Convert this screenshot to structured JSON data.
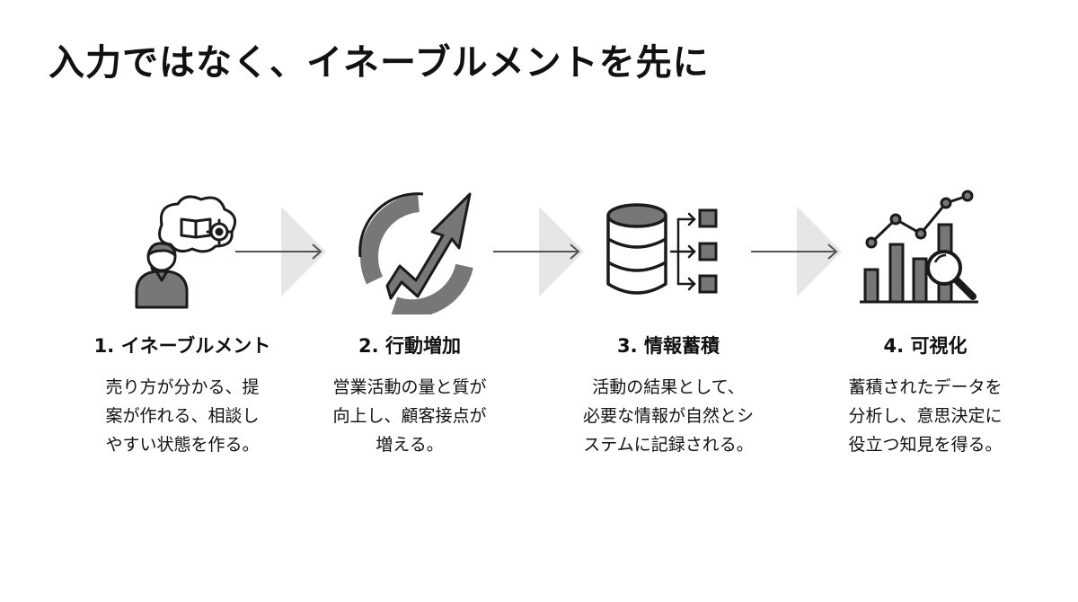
{
  "title": "入力ではなく、イネーブルメントを先に",
  "colors": {
    "icon_stroke": "#1a1a1a",
    "icon_fill": "#777777",
    "chevron": "#e6e6e6",
    "arrow_line": "#555555"
  },
  "steps": [
    {
      "label": "1. イネーブルメント",
      "icon": "thinking-person-icon",
      "desc": [
        "売り方が分かる、提",
        "案が作れる、相談し",
        "やすい状態を作る。"
      ]
    },
    {
      "label": "2. 行動増加",
      "icon": "growth-arrow-icon",
      "desc": [
        "営業活動の量と質が",
        "向上し、顧客接点が",
        "増える。"
      ]
    },
    {
      "label": "3. 情報蓄積",
      "icon": "database-icon",
      "desc": [
        "活動の結果として、",
        "必要な情報が自然とシ",
        "ステムに記録される。"
      ]
    },
    {
      "label": "4. 可視化",
      "icon": "analytics-chart-icon",
      "desc": [
        "蓄積されたデータを",
        "分析し、意思決定に",
        "役立つ知見を得る。"
      ]
    }
  ]
}
